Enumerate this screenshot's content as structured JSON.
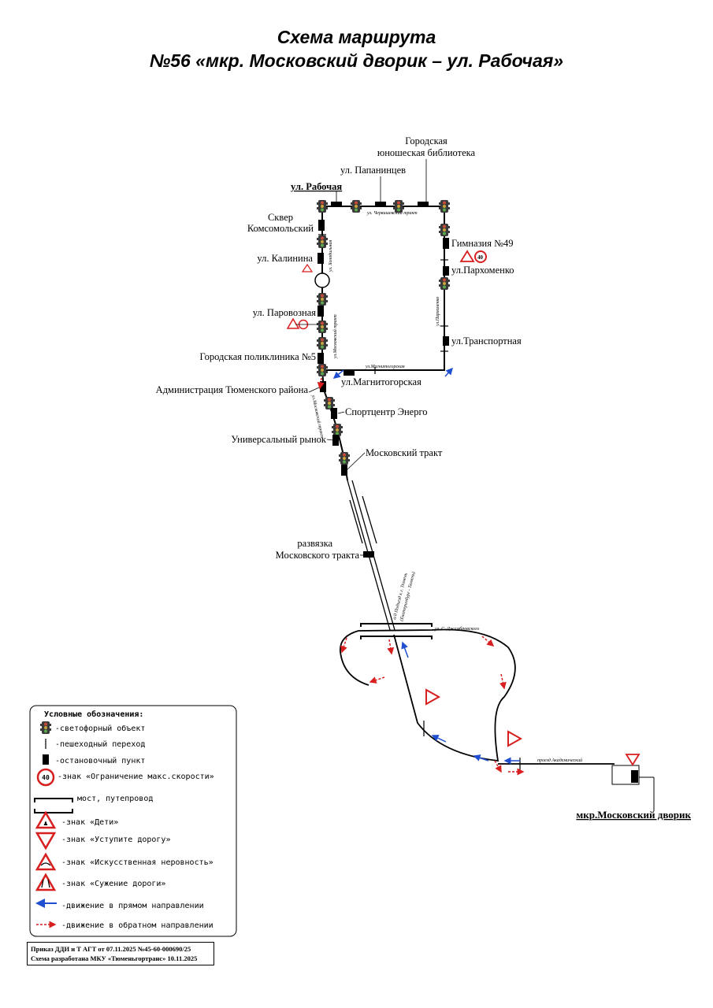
{
  "title": {
    "line1": "Схема маршрута",
    "line2": "№56 «мкр. Московский дворик – ул. Рабочая»"
  },
  "stops": {
    "rabochaya": "ул. Рабочая",
    "papanintsev": "ул. Папанинцев",
    "library_l1": "Городская",
    "library_l2": "юношеская библиотека",
    "skver_l1": "Сквер",
    "skver_l2": "Комсомольский",
    "kalinina": "ул. Калинина",
    "parovoznaya": "ул. Паровозная",
    "poliklinika": "Городская поликлиника №5",
    "gymnasium": "Гимназия №49",
    "parkhomenko": "ул.Пархоменко",
    "transportnaya": "ул.Транспортная",
    "magnitogorskaya": "ул.Магнитогорская",
    "administration": "Администрация Тюменского района",
    "sportcenter": "Спортцентр Энерго",
    "market": "Универсальный рынок",
    "moskovsky_trakt": "Московский тракт",
    "razvyazka_l1": "развязка",
    "razvyazka_l2": "Московского тракта",
    "terminal": "мкр.Московский дворик"
  },
  "streets": {
    "chervishevsky": "ул. Червишевский тракт",
    "kholodilnaya": "ул. Холодильная",
    "moskovsky_trakt_v": "ул.Московский тракт",
    "parkhomenko_v": "ул.Пархоменко",
    "magnitogorskaya": "ул.Магнитогорская",
    "moskovsky_trakt_diag": "ул.Московский тракт",
    "highway_l1": "а/д Подъезд к г. Тюмень",
    "highway_l2": "(Екатеринбург - Тюмень)",
    "dzhambrovsky": "ул. С. Джамбровского",
    "akademichesky": "проезд Академический"
  },
  "legend": {
    "title": "Условные обозначения:",
    "traffic_light": "-светофорный объект",
    "crosswalk": "-пешеходный переход",
    "stop": "-остановочный пункт",
    "speed_limit": "-знак «Ограничение макс.скорости»",
    "speed_value": "40",
    "bridge": "- мост, путепровод",
    "children": "-знак «Дети»",
    "give_way": "-знак «Уступите дорогу»",
    "bump": "-знак «Искусственная неровность»",
    "narrowing": "-знак «Сужение дороги»",
    "forward": "-движение в прямом направлении",
    "reverse": "-движение в обратном направлении"
  },
  "footer": {
    "order": "Приказ ДДИ и Т АГТ от 07.11.2025 №45-60-000690/25",
    "developer": "Схема разработана МКУ «Тюменьгортранс» 10.11.2025"
  },
  "colors": {
    "route": "#000000",
    "forward": "#1f4fd0",
    "reverse": "#d81f1f",
    "sign_red": "#d81f1f"
  }
}
